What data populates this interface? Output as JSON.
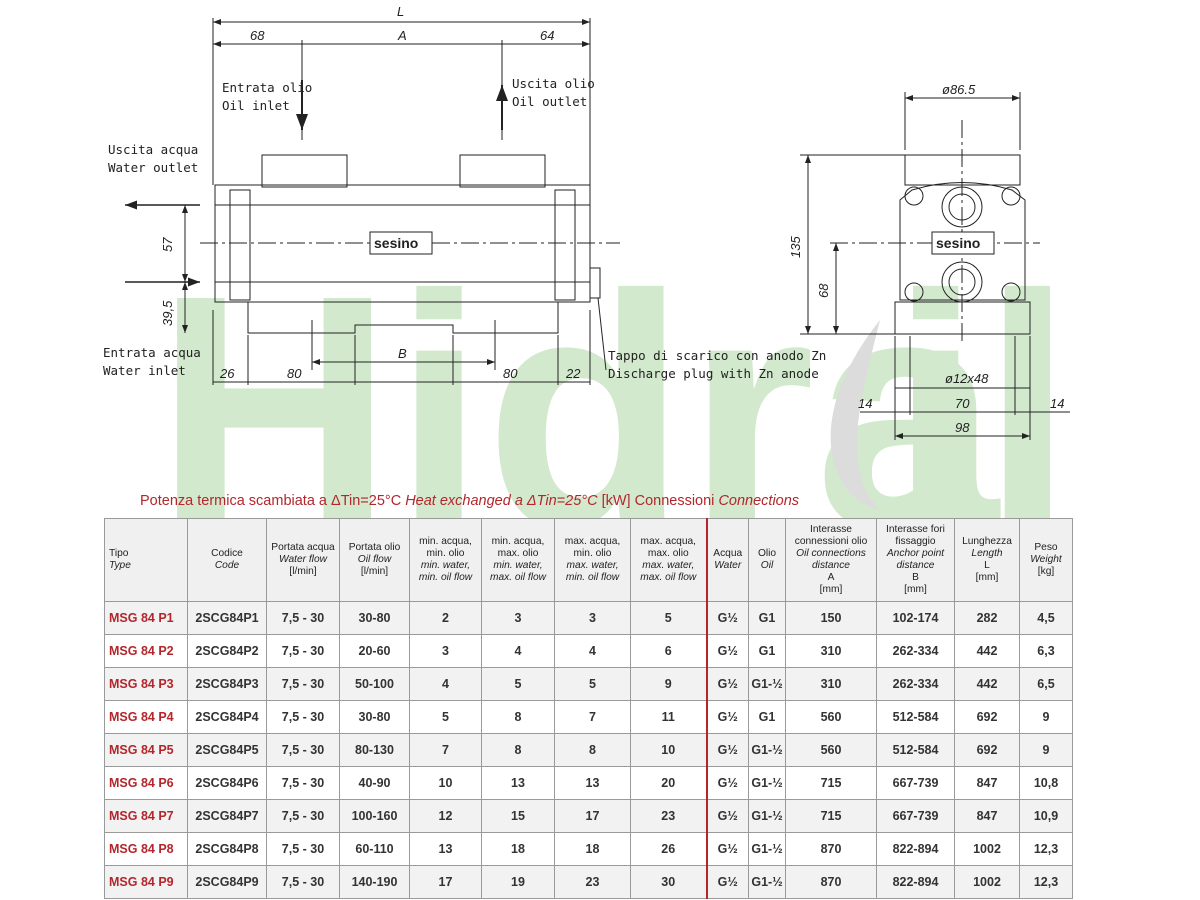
{
  "watermark": {
    "text": "Hidra",
    "tail": "il",
    "color": "#cfe6c9",
    "drop_color": "#d9d9d9"
  },
  "drawing": {
    "dims": {
      "L": "L",
      "left_offset": "68",
      "A": "A",
      "right_offset": "64",
      "d57": "57",
      "d39_5": "39,5",
      "d26": "26",
      "d80_left": "80",
      "B": "B",
      "d80_right": "80",
      "d22": "22",
      "diameter": "ø86.5",
      "d135": "135",
      "d68": "68",
      "holes": "ø12x48",
      "d14_left": "14",
      "d70": "70",
      "d14_right": "14",
      "d98": "98"
    },
    "labels": {
      "oil_inlet_it": "Entrata olio",
      "oil_inlet_en": "Oil inlet",
      "oil_outlet_it": "Uscita olio",
      "oil_outlet_en": "Oil outlet",
      "water_outlet_it": "Uscita acqua",
      "water_outlet_en": "Water outlet",
      "water_inlet_it": "Entrata acqua",
      "water_inlet_en": "Water inlet",
      "plug_it": "Tappo di scarico con anodo Zn",
      "plug_en": "Discharge plug with Zn anode",
      "brand": "sesino"
    }
  },
  "table": {
    "title": {
      "part1": "Potenza termica scambiata a ΔTin=25°C ",
      "part2": "Heat exchanged a ΔTin=25°C",
      "part3": " [kW]  Connessioni ",
      "part4": "Connections"
    },
    "headers": [
      {
        "it": "Tipo",
        "en": "Type"
      },
      {
        "it": "Codice",
        "en": "Code"
      },
      {
        "it": "Portata acqua",
        "en": "Water flow",
        "unit": "[l/min]"
      },
      {
        "it": "Portata olio",
        "en": "Oil flow",
        "unit": "[l/min]"
      },
      {
        "it": "min. acqua, min. olio",
        "en": "min. water, min. oil flow"
      },
      {
        "it": "min. acqua, max. olio",
        "en": "min. water, max. oil flow"
      },
      {
        "it": "max. acqua, min. olio",
        "en": "max. water, min. oil flow"
      },
      {
        "it": "max. acqua, max. olio",
        "en": "max. water, max. oil flow"
      },
      {
        "it": "Acqua",
        "en": "Water"
      },
      {
        "it": "Olio",
        "en": "Oil"
      },
      {
        "it": "Interasse connessioni olio",
        "en": "Oil connections distance",
        "sym": "A",
        "unit": "[mm]"
      },
      {
        "it": "Interasse fori fissaggio",
        "en": "Anchor point distance",
        "sym": "B",
        "unit": "[mm]"
      },
      {
        "it": "Lunghezza",
        "en": "Length",
        "sym": "L",
        "unit": "[mm]"
      },
      {
        "it": "Peso",
        "en": "Weight",
        "unit": "[kg]"
      }
    ],
    "rows": [
      [
        "MSG 84 P1",
        "2SCG84P1",
        "7,5 - 30",
        "30-80",
        "2",
        "3",
        "3",
        "5",
        "G½",
        "G1",
        "150",
        "102-174",
        "282",
        "4,5"
      ],
      [
        "MSG 84 P2",
        "2SCG84P2",
        "7,5 - 30",
        "20-60",
        "3",
        "4",
        "4",
        "6",
        "G½",
        "G1",
        "310",
        "262-334",
        "442",
        "6,3"
      ],
      [
        "MSG 84 P3",
        "2SCG84P3",
        "7,5 - 30",
        "50-100",
        "4",
        "5",
        "5",
        "9",
        "G½",
        "G1-½",
        "310",
        "262-334",
        "442",
        "6,5"
      ],
      [
        "MSG 84 P4",
        "2SCG84P4",
        "7,5 - 30",
        "30-80",
        "5",
        "8",
        "7",
        "11",
        "G½",
        "G1",
        "560",
        "512-584",
        "692",
        "9"
      ],
      [
        "MSG 84 P5",
        "2SCG84P5",
        "7,5 - 30",
        "80-130",
        "7",
        "8",
        "8",
        "10",
        "G½",
        "G1-½",
        "560",
        "512-584",
        "692",
        "9"
      ],
      [
        "MSG 84 P6",
        "2SCG84P6",
        "7,5 - 30",
        "40-90",
        "10",
        "13",
        "13",
        "20",
        "G½",
        "G1-½",
        "715",
        "667-739",
        "847",
        "10,8"
      ],
      [
        "MSG 84 P7",
        "2SCG84P7",
        "7,5 - 30",
        "100-160",
        "12",
        "15",
        "17",
        "23",
        "G½",
        "G1-½",
        "715",
        "667-739",
        "847",
        "10,9"
      ],
      [
        "MSG 84 P8",
        "2SCG84P8",
        "7,5 - 30",
        "60-110",
        "13",
        "18",
        "18",
        "26",
        "G½",
        "G1-½",
        "870",
        "822-894",
        "1002",
        "12,3"
      ],
      [
        "MSG 84 P9",
        "2SCG84P9",
        "7,5 - 30",
        "140-190",
        "17",
        "19",
        "23",
        "30",
        "G½",
        "G1-½",
        "870",
        "822-894",
        "1002",
        "12,3"
      ]
    ]
  }
}
